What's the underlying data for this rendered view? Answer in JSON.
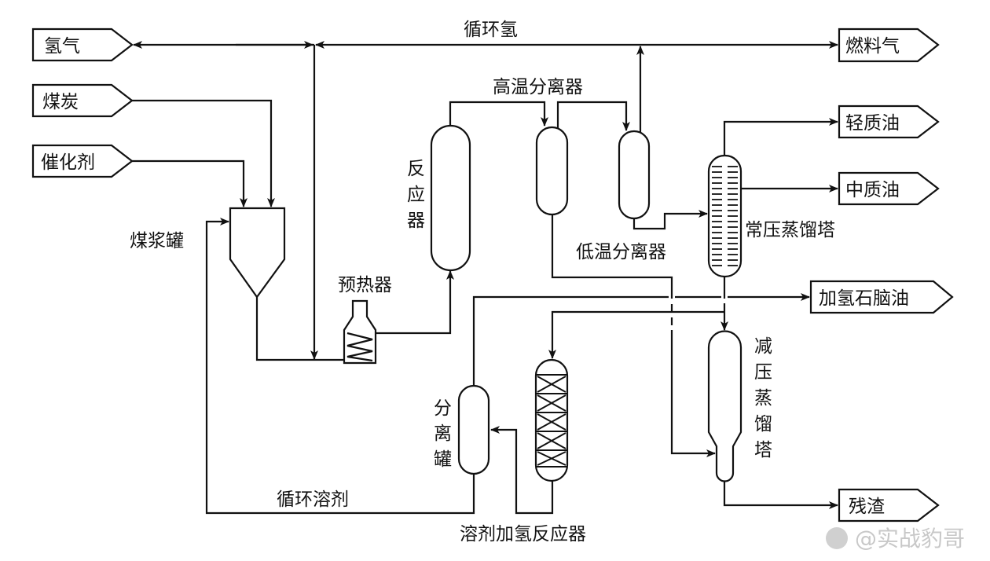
{
  "inputs": {
    "hydrogen": "氢气",
    "coal": "煤炭",
    "catalyst": "催化剂"
  },
  "outputs": {
    "fuel_gas": "燃料气",
    "light_oil": "轻质油",
    "middle_oil": "中质油",
    "hydro_naphtha": "加氢石脑油",
    "residue": "残渣"
  },
  "streams": {
    "recycle_hydrogen": "循环氢",
    "recycle_solvent": "循环溶剂"
  },
  "equipment": {
    "slurry_tank": "煤浆罐",
    "preheater": "预热器",
    "reactor": [
      "反",
      "应",
      "器"
    ],
    "ht_separator": "高温分离器",
    "lt_separator": "低温分离器",
    "atm_column": "常压蒸馏塔",
    "vac_column": [
      "减",
      "压",
      "蒸",
      "馏",
      "塔"
    ],
    "separator_tank": [
      "分",
      "离",
      "罐"
    ],
    "solvent_reactor": "溶剂加氢反应器"
  },
  "watermark": "@实战豹哥"
}
